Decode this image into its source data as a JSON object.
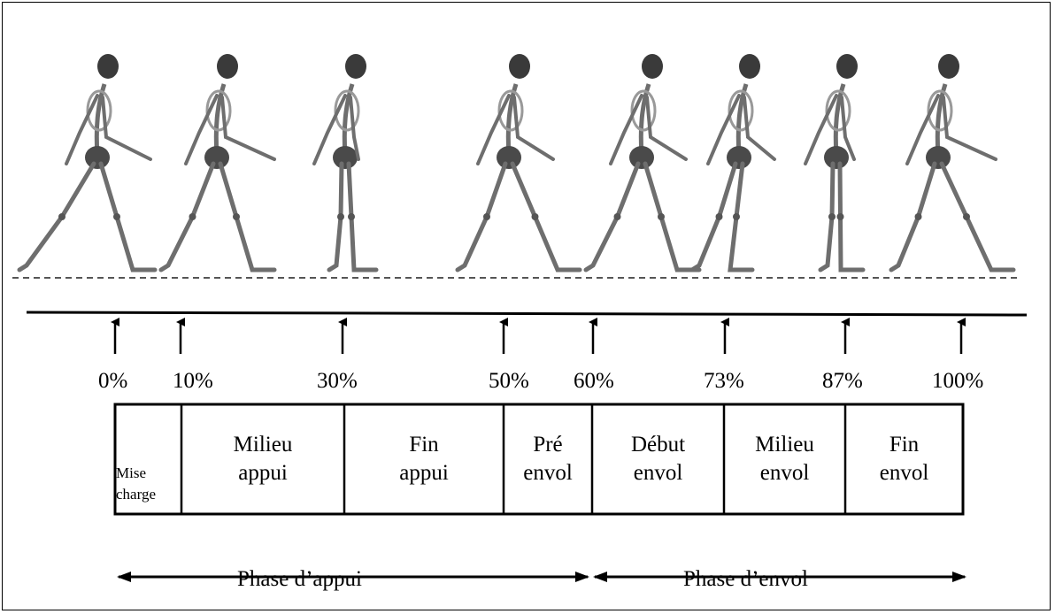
{
  "percent_labels": [
    "0%",
    "10%",
    "30%",
    "50%",
    "60%",
    "73%",
    "87%",
    "100%"
  ],
  "cells": [
    {
      "line1": "Mise",
      "line2": "charge"
    },
    {
      "line1": "Milieu",
      "line2": "appui"
    },
    {
      "line1": "Fin",
      "line2": "appui"
    },
    {
      "line1": "Pré",
      "line2": "envol"
    },
    {
      "line1": "Début",
      "line2": "envol"
    },
    {
      "line1": "Milieu",
      "line2": "envol"
    },
    {
      "line1": "Fin",
      "line2": "envol"
    }
  ],
  "phases": {
    "stance": "Phase d’appui",
    "swing": "Phase d’envol"
  },
  "figures": {
    "count": 8,
    "icon": "walking-skeleton-icon",
    "color": "#6e6e6e"
  }
}
